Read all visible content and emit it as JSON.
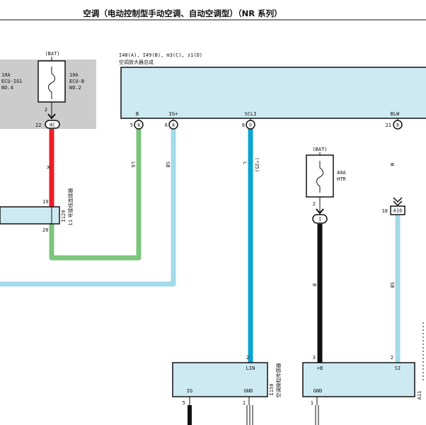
{
  "title": "空调（电动控制型手动空调、自动空调型）（NR 系列）",
  "colors": {
    "red": "#ee1c24",
    "green": "#7cc57c",
    "lightblue": "#a2dbea",
    "blue": "#0aa3d3",
    "black": "#111111",
    "component_fill": "#cdeaf2",
    "fuse_box_fill": "#cccccc"
  },
  "fuse_box": {
    "bat": "(BAT)",
    "left_rating": "10A",
    "left_name": "ECU-IG1",
    "left_no": "NO.4",
    "right_rating": "10A",
    "right_name": "ECU-B",
    "right_no": "NO.2",
    "pin_top": "2",
    "pin_num": "22",
    "connector": "4C"
  },
  "wires": {
    "r": "R",
    "lg": "LG",
    "sb": "SB",
    "l": "L",
    "l_note": "(*25)",
    "w": "W",
    "b": "B",
    "sb2": "SB"
  },
  "junction": {
    "code": "I129",
    "name": "11 号接线连接器",
    "pin_in": "19",
    "pin_out": "20"
  },
  "amplifier": {
    "codes": "I48(A), I49(B), m3(C), z1(D)",
    "name": "空调放大器总成",
    "terms": {
      "b": "B",
      "igp": "IG+",
      "scli": "SCLI",
      "blw": "BLW"
    },
    "pins": [
      {
        "num": "5",
        "conn": "B"
      },
      {
        "num": "6",
        "conn": "B"
      },
      {
        "num": "8",
        "conn": "D"
      },
      {
        "num": "21",
        "conn": "B"
      }
    ]
  },
  "htr_fuse": {
    "bat": "(BAT)",
    "rating": "40A",
    "name": "HTR",
    "pin_top": "2",
    "connector": "1"
  },
  "a16": {
    "pin": "18",
    "conn": "A16"
  },
  "sensor": {
    "code": "I150",
    "name": "空调微粒传感器",
    "lin": "LIN",
    "ig": "IG",
    "gnd": "GND",
    "pin_lin": "2",
    "pin_ig": "5",
    "pin_gnd": "1"
  },
  "blower": {
    "code": "A11",
    "plus_b": "+B",
    "si": "SI",
    "gnd": "GND",
    "pin_b": "3",
    "pin_si": "2",
    "pin_gnd": "1"
  }
}
